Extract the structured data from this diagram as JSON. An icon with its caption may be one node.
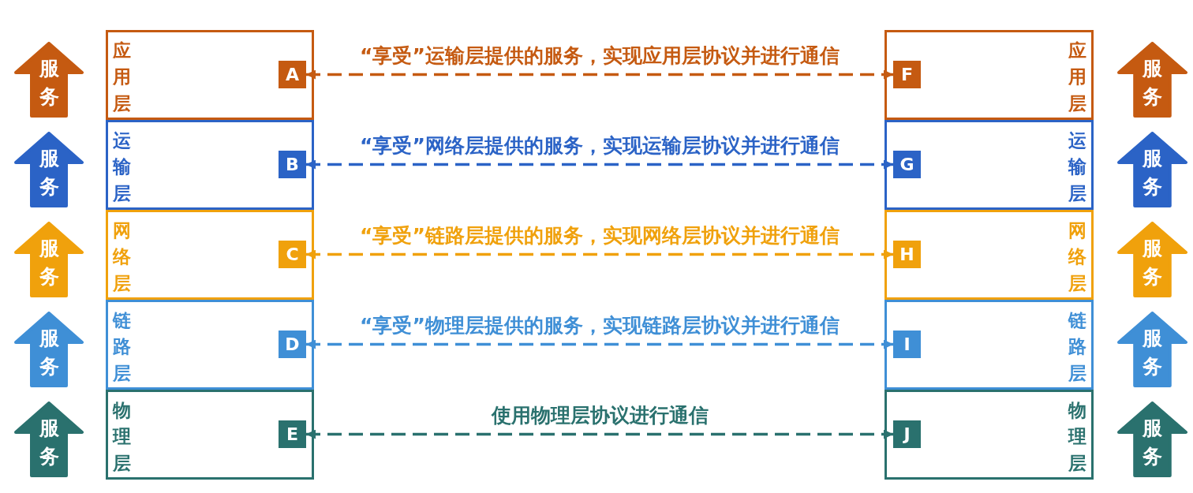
{
  "diagram": {
    "nodes": [
      {
        "text": [
          "服务"
        ]
      },
      {
        "text": [
          "应用层"
        ]
      },
      {
        "text": [
          "A"
        ],
        "in": 1
      },
      {
        "text": [
          "应用层"
        ]
      },
      {
        "text": [
          "F"
        ],
        "in": 3
      },
      {
        "text": [
          "服务"
        ]
      },
      {
        "text": [
          "服务"
        ]
      },
      {
        "text": [
          "运输层"
        ]
      },
      {
        "text": [
          "B"
        ],
        "in": 7
      },
      {
        "text": [
          "运输层"
        ]
      },
      {
        "text": [
          "G"
        ],
        "in": 9
      },
      {
        "text": [
          "服务"
        ]
      },
      {
        "text": [
          "服务"
        ]
      },
      {
        "text": [
          "网络层"
        ]
      },
      {
        "text": [
          "C"
        ],
        "in": 13
      },
      {
        "text": [
          "网络层"
        ]
      },
      {
        "text": [
          "H"
        ],
        "in": 15
      },
      {
        "text": [
          "服务"
        ]
      },
      {
        "text": [
          "服务"
        ]
      },
      {
        "text": [
          "链路层"
        ]
      },
      {
        "text": [
          "D"
        ],
        "in": 19
      },
      {
        "text": [
          "链路层"
        ]
      },
      {
        "text": [
          "I"
        ],
        "in": 21
      },
      {
        "text": [
          "服务"
        ]
      },
      {
        "text": [
          "服务"
        ]
      },
      {
        "text": [
          "物理层"
        ]
      },
      {
        "text": [
          "E"
        ],
        "in": 25
      },
      {
        "text": [
          "物理层"
        ]
      },
      {
        "text": [
          "J"
        ],
        "in": 27
      },
      {
        "text": [
          "服务"
        ]
      }
    ],
    "edges": [
      {
        "from": 2,
        "to": 4,
        "arrow": "both",
        "style": "dashed",
        "color": "#c55a11",
        "label": "“享受”运输层提供的服务，实现应用层协议并进行通信"
      },
      {
        "from": 8,
        "to": 10,
        "arrow": "both",
        "style": "dashed",
        "color": "#2b63c6",
        "label": "“享受”网络层提供的服务，实现运输层协议并进行通信"
      },
      {
        "from": 14,
        "to": 16,
        "arrow": "both",
        "style": "dashed",
        "color": "#f0a10c",
        "label": "“享受”链路层提供的服务，实现网络层协议并进行通信"
      },
      {
        "from": 20,
        "to": 22,
        "arrow": "both",
        "style": "dashed",
        "color": "#3f8fd6",
        "label": "“享受”物理层提供的服务，实现链路层协议并进行通信"
      },
      {
        "from": 26,
        "to": 28,
        "arrow": "both",
        "style": "dashed",
        "color": "#2a716e",
        "label": "使用物理层协议进行通信"
      }
    ]
  }
}
